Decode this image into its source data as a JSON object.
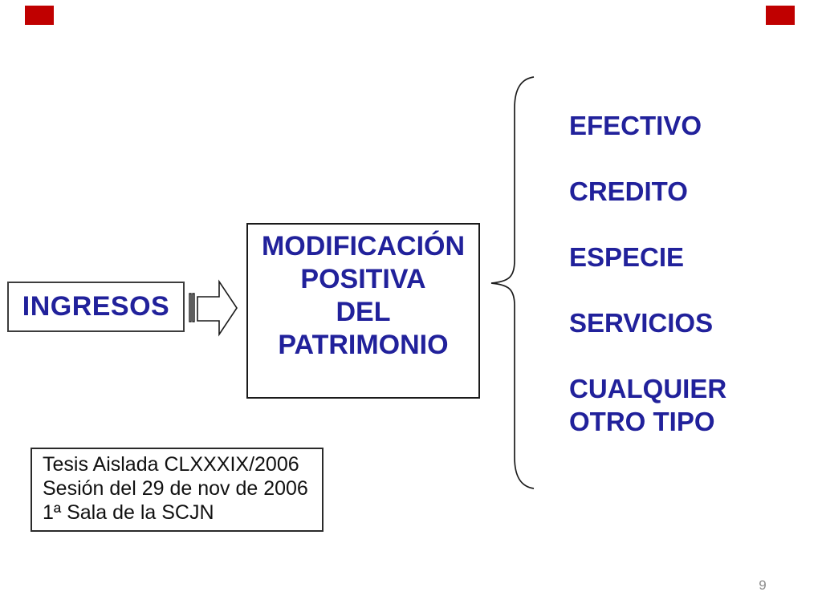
{
  "slide": {
    "colors": {
      "background": "#ffffff",
      "accent_blue": "#21219b",
      "corner_red": "#c00000",
      "body_black": "#111111",
      "page_number_gray": "#8a8a8a"
    },
    "ingresos_box": {
      "label": "INGRESOS"
    },
    "arrow": {
      "icon": "striped-right-arrow"
    },
    "center_box": {
      "lines": [
        "MODIFICACIÓN",
        "POSITIVA",
        "DEL",
        "PATRIMONIO"
      ]
    },
    "brace_list": {
      "items": [
        "EFECTIVO",
        "CREDITO",
        "ESPECIE",
        "SERVICIOS",
        "CUALQUIER OTRO TIPO"
      ]
    },
    "citation_box": {
      "lines": [
        "Tesis Aislada CLXXXIX/2006",
        "Sesión del 29 de nov de 2006",
        "1ª Sala de la SCJN"
      ]
    },
    "page_number": "9"
  }
}
